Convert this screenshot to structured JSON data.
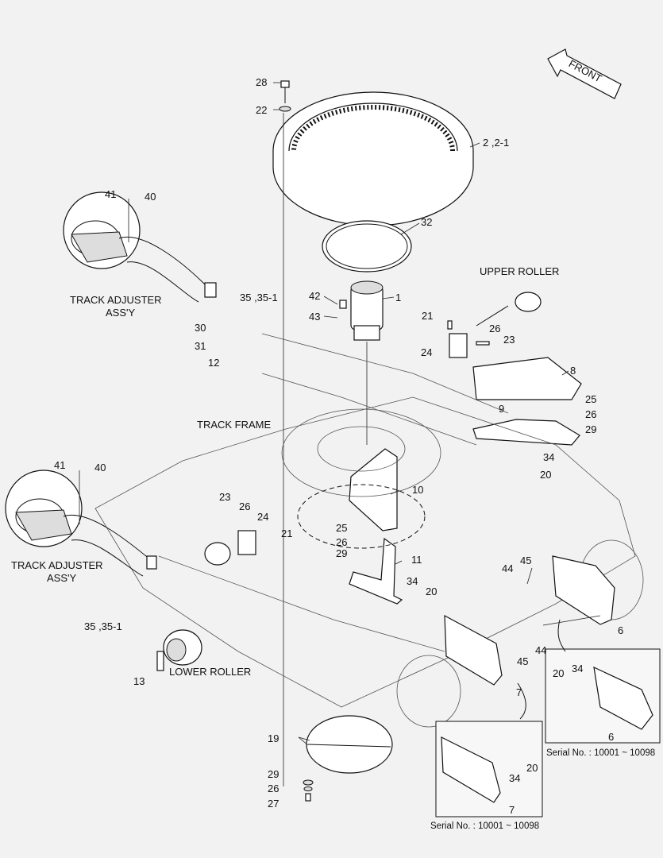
{
  "front_arrow": "FRONT",
  "captions": {
    "upper_roller": "UPPER ROLLER",
    "track_adjuster_top_l1": "TRACK ADJUSTER",
    "track_adjuster_top_l2": "ASS'Y",
    "track_frame": "TRACK FRAME",
    "track_adjuster_bottom_l1": "TRACK ADJUSTER",
    "track_adjuster_bottom_l2": "ASS'Y",
    "lower_roller": "LOWER ROLLER"
  },
  "callouts": {
    "c28": "28",
    "c22": "22",
    "c2": "2 ,2-1",
    "c32": "32",
    "c41a": "41",
    "c40a": "40",
    "c35a": "35 ,35-1",
    "c42": "42",
    "c1": "1",
    "c43": "43",
    "c30": "30",
    "c31": "31",
    "c12": "12",
    "c21a": "21",
    "c26a": "26",
    "c23a": "23",
    "c24a": "24",
    "c8": "8",
    "c25a": "25",
    "c26b": "26",
    "c9": "9",
    "c29a": "29",
    "c34a": "34",
    "c20a": "20",
    "c10": "10",
    "c41b": "41",
    "c40b": "40",
    "c23b": "23",
    "c26c": "26",
    "c24b": "24",
    "c21b": "21",
    "c25b": "25",
    "c26d": "26",
    "c29b": "29",
    "c11": "11",
    "c34b": "34",
    "c20b": "20",
    "c44a": "44",
    "c45a": "45",
    "c6a": "6",
    "c35b": "35 ,35-1",
    "c13": "13",
    "c45b": "45",
    "c44b": "44",
    "c7a": "7",
    "c20c": "20",
    "c34c": "34",
    "c6b": "6",
    "c19": "19",
    "c29c": "29",
    "c26e": "26",
    "c27": "27",
    "c34d": "34",
    "c20d": "20",
    "c7b": "7"
  },
  "serials": {
    "inset_right": "Serial No. : 10001 ~ 10098",
    "inset_bottom": "Serial No. : 10001 ~ 10098"
  }
}
